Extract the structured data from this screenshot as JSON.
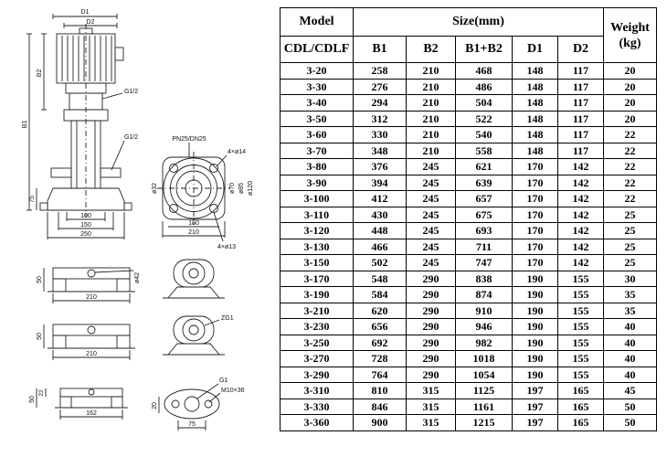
{
  "drawing": {
    "labels": {
      "d1": "D1",
      "d2": "D2",
      "b1": "B1",
      "b2": "B2",
      "g12_a": "G1/2",
      "g12_b": "G1/2",
      "dim75": "75",
      "dim100": "100",
      "dim150": "150",
      "dim250": "250",
      "pn": "PN25/DN25",
      "holes14": "4×ø14",
      "dia32": "ø32",
      "dia70": "ø70",
      "dia85": "ø85",
      "dia120": "ø120",
      "dim180": "180",
      "dim210_fl": "210",
      "holes13": "4×ø13",
      "dim50_a": "50",
      "dia42": "ø42",
      "dim210_a": "210",
      "dim50_b": "50",
      "dim210_b": "210",
      "zg1": "ZG1",
      "dim22": "22",
      "dim50_c": "50",
      "dim162": "162",
      "g1": "G1",
      "m10x36": "M10×36",
      "dim20": "20",
      "dim75_b": "75"
    }
  },
  "table": {
    "header": {
      "model": "Model",
      "model_sub": "CDL/CDLF",
      "size": "Size(mm)",
      "weight_line1": "Weight",
      "weight_line2": "(kg)",
      "cols": [
        "B1",
        "B2",
        "B1+B2",
        "D1",
        "D2"
      ]
    },
    "rows": [
      [
        "3-20",
        "258",
        "210",
        "468",
        "148",
        "117",
        "20"
      ],
      [
        "3-30",
        "276",
        "210",
        "486",
        "148",
        "117",
        "20"
      ],
      [
        "3-40",
        "294",
        "210",
        "504",
        "148",
        "117",
        "20"
      ],
      [
        "3-50",
        "312",
        "210",
        "522",
        "148",
        "117",
        "20"
      ],
      [
        "3-60",
        "330",
        "210",
        "540",
        "148",
        "117",
        "22"
      ],
      [
        "3-70",
        "348",
        "210",
        "558",
        "148",
        "117",
        "22"
      ],
      [
        "3-80",
        "376",
        "245",
        "621",
        "170",
        "142",
        "22"
      ],
      [
        "3-90",
        "394",
        "245",
        "639",
        "170",
        "142",
        "22"
      ],
      [
        "3-100",
        "412",
        "245",
        "657",
        "170",
        "142",
        "22"
      ],
      [
        "3-110",
        "430",
        "245",
        "675",
        "170",
        "142",
        "25"
      ],
      [
        "3-120",
        "448",
        "245",
        "693",
        "170",
        "142",
        "25"
      ],
      [
        "3-130",
        "466",
        "245",
        "711",
        "170",
        "142",
        "25"
      ],
      [
        "3-150",
        "502",
        "245",
        "747",
        "170",
        "142",
        "25"
      ],
      [
        "3-170",
        "548",
        "290",
        "838",
        "190",
        "155",
        "30"
      ],
      [
        "3-190",
        "584",
        "290",
        "874",
        "190",
        "155",
        "35"
      ],
      [
        "3-210",
        "620",
        "290",
        "910",
        "190",
        "155",
        "35"
      ],
      [
        "3-230",
        "656",
        "290",
        "946",
        "190",
        "155",
        "40"
      ],
      [
        "3-250",
        "692",
        "290",
        "982",
        "190",
        "155",
        "40"
      ],
      [
        "3-270",
        "728",
        "290",
        "1018",
        "190",
        "155",
        "40"
      ],
      [
        "3-290",
        "764",
        "290",
        "1054",
        "190",
        "155",
        "40"
      ],
      [
        "3-310",
        "810",
        "315",
        "1125",
        "197",
        "165",
        "45"
      ],
      [
        "3-330",
        "846",
        "315",
        "1161",
        "197",
        "165",
        "50"
      ],
      [
        "3-360",
        "900",
        "315",
        "1215",
        "197",
        "165",
        "50"
      ]
    ]
  }
}
